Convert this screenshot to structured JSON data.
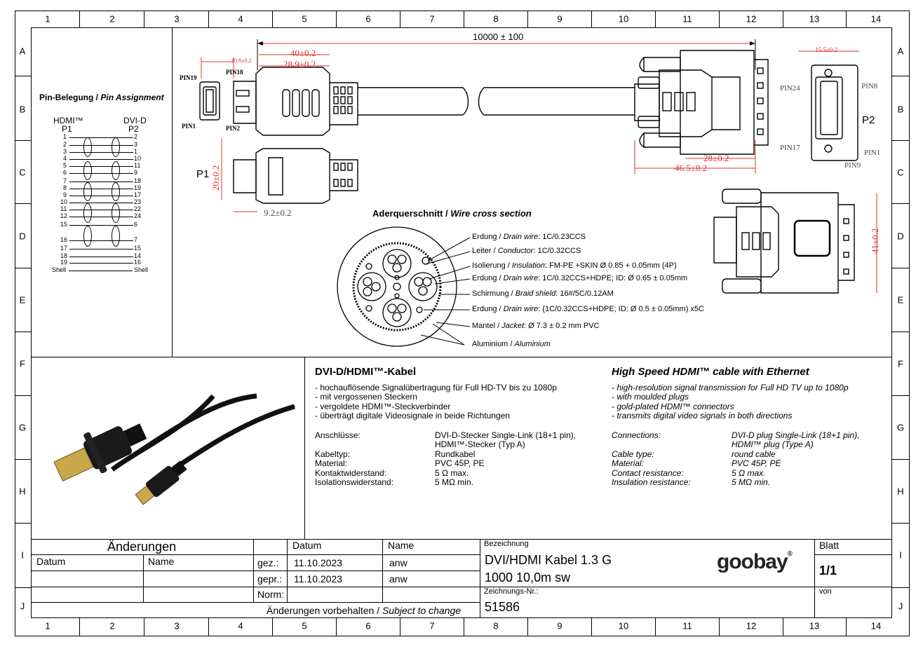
{
  "frame": {
    "cols": [
      "1",
      "2",
      "3",
      "4",
      "5",
      "6",
      "7",
      "8",
      "9",
      "10",
      "11",
      "12",
      "13",
      "14"
    ],
    "rows": [
      "A",
      "B",
      "C",
      "D",
      "E",
      "F",
      "G",
      "H",
      "I",
      "J"
    ]
  },
  "pin_assignment": {
    "title_de": "Pin-Belegung",
    "title_en": "Pin Assignment",
    "col1": "HDMI™",
    "col1_sub": "P1",
    "col2": "DVI-D",
    "col2_sub": "P2",
    "left_pins": [
      "1",
      "2",
      "3",
      "4",
      "5",
      "6",
      "7",
      "8",
      "9",
      "10",
      "11",
      "12",
      "15",
      "16",
      "17",
      "18",
      "19",
      "Shell"
    ],
    "right_pins": [
      "2",
      "3",
      "1",
      "10",
      "11",
      "9",
      "18",
      "19",
      "17",
      "23",
      "22",
      "24",
      "6",
      "7",
      "15",
      "14",
      "16",
      "Shell"
    ]
  },
  "drawing": {
    "length": "10000 ± 100",
    "dim_10_8": "10.8±0.2",
    "dim_40": "40±0.2",
    "dim_28_9": "28.9±0.2",
    "dim_20": "20±0.2",
    "dim_9_2": "9.2±0.2",
    "dim_28": "28±0.2",
    "dim_46_5": "46.5±0.2",
    "dim_15_5": "15.5±0.2",
    "dim_41": "41±0.2",
    "pin19": "PIN19",
    "pin18": "PIN18",
    "pin1": "PIN1",
    "pin2": "PIN2",
    "p1": "P1",
    "p2": "P2",
    "pin24": "PIN24",
    "pin8": "PIN8",
    "pin17": "PIN17",
    "pin1b": "PIN1",
    "pin9": "PIN9"
  },
  "wire_section": {
    "title_de": "Aderquerschnitt",
    "title_en": "Wire cross section",
    "items": [
      {
        "de": "Erdung",
        "en": "Drain wire",
        "val": ": 1C/0.23CCS"
      },
      {
        "de": "Leiter",
        "en": "Conductor",
        "val": ": 1C/0.32CCS"
      },
      {
        "de": "Isolierung",
        "en": "Insulation",
        "val": ": FM-PE +SKIN Ø 0.85 + 0.05mm (4P)"
      },
      {
        "de": "Erdung",
        "en": "Drain wire",
        "val": ": 1C/0.32CCS+HDPE; ID: Ø 0.65 ± 0.05mm"
      },
      {
        "de": "Schirmung",
        "en": "Braid shield",
        "val": ": 16#/5C/0.12AM"
      },
      {
        "de": "Erdung",
        "en": "Drain wire",
        "val": ": (1C/0.32CCS+HDPE; ID: Ø 0.5 ± 0.05mm) x5C"
      },
      {
        "de": "Mantel",
        "en": "Jacket",
        "val": ": Ø 7.3 ± 0.2 mm PVC"
      },
      {
        "de": "Aluminium",
        "en": "Aluminium",
        "val": ""
      }
    ]
  },
  "desc_de": {
    "title": "DVI-D/HDMI™-Kabel",
    "bullets": [
      "- hochauflösende Signalübertragung für Full HD-TV bis zu 1080p",
      "- mit vergossenen Steckern",
      "- vergoldete HDMI™-Steckverbinder",
      "- überträgt digitale Videosignale in beide Richtungen"
    ],
    "specs": [
      {
        "k": "Anschlüsse:",
        "v": "DVI-D-Stecker Single-Link (18+1 pin),",
        "v2": "HDMI™-Stecker (Typ A)"
      },
      {
        "k": "Kabeltyp:",
        "v": "Rundkabel"
      },
      {
        "k": "Material:",
        "v": "PVC 45P, PE"
      },
      {
        "k": "Kontaktwiderstand:",
        "v": "5 Ω max."
      },
      {
        "k": "Isolationswiderstand:",
        "v": "5 MΩ min."
      }
    ]
  },
  "desc_en": {
    "title": "High Speed HDMI™ cable with Ethernet",
    "bullets": [
      "- high-resolution signal transmission for Full HD TV up to 1080p",
      "- with moulded plugs",
      "- gold-plated HDMI™ connectors",
      "- transmits digital video signals in both directions"
    ],
    "specs": [
      {
        "k": "Connections:",
        "v": "DVI-D plug Single-Link (18+1 pin),",
        "v2": "HDMI™ plug (Type A)"
      },
      {
        "k": "Cable type:",
        "v": "round cable"
      },
      {
        "k": "Material:",
        "v": "PVC 45P, PE"
      },
      {
        "k": "Contact resistance:",
        "v": "5 Ω max."
      },
      {
        "k": "Insulation resistance:",
        "v": "5 MΩ min."
      }
    ]
  },
  "title_block": {
    "aenderungen": "Änderungen",
    "datum": "Datum",
    "name": "Name",
    "datum2": "Datum",
    "name2": "Name",
    "gez": "gez.:",
    "gepr": "gepr.:",
    "norm": "Norm:",
    "gez_date": "11.10.2023",
    "gez_name": "anw",
    "gepr_date": "11.10.2023",
    "gepr_name": "anw",
    "subject_de": "Änderungen vorbehalten",
    "subject_en": "Subject to change",
    "bezeichnung": "Bezeichnung",
    "designation1": "DVI/HDMI Kabel 1.3 G",
    "designation2": "1000 10,0m sw",
    "zeichnungs_nr": "Zeichnungs-Nr.:",
    "drawing_no": "51586",
    "blatt": "Blatt",
    "sheet": "1/1",
    "von": "von",
    "logo": "goobay",
    "logo_reg": "®"
  }
}
